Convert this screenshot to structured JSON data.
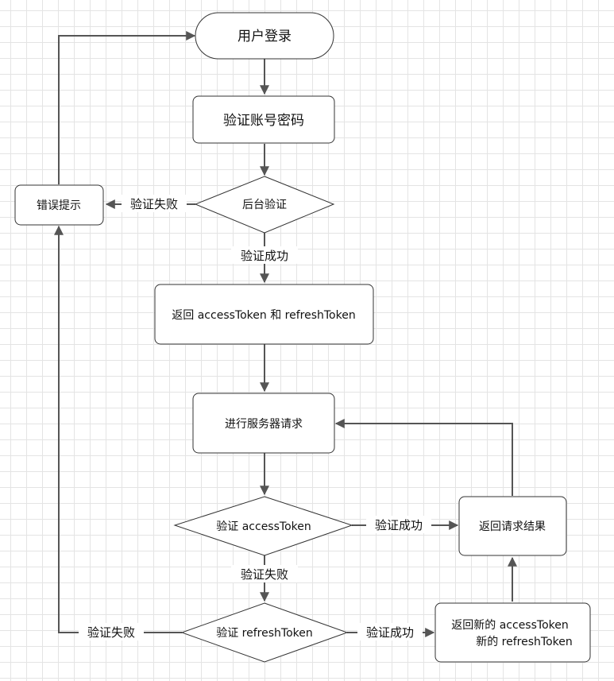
{
  "nodes": {
    "login": "用户登录",
    "verify_password": "验证账号密码",
    "backend_verify": "后台验证",
    "error_tip": "错误提示",
    "return_tokens": "返回 accessToken 和 refreshToken",
    "server_request": "进行服务器请求",
    "verify_access": "验证 accessToken",
    "return_result": "返回请求结果",
    "verify_refresh": "验证 refreshToken",
    "new_tokens_line1": "返回新的 accessToken",
    "new_tokens_line2": "新的 refreshToken"
  },
  "edges": {
    "fail_backend": "验证失败",
    "success_backend": "验证成功",
    "success_access": "验证成功",
    "fail_access": "验证失败",
    "success_refresh": "验证成功",
    "fail_refresh": "验证失败"
  },
  "colors": {
    "edge": "#555555",
    "border": "#333333"
  }
}
